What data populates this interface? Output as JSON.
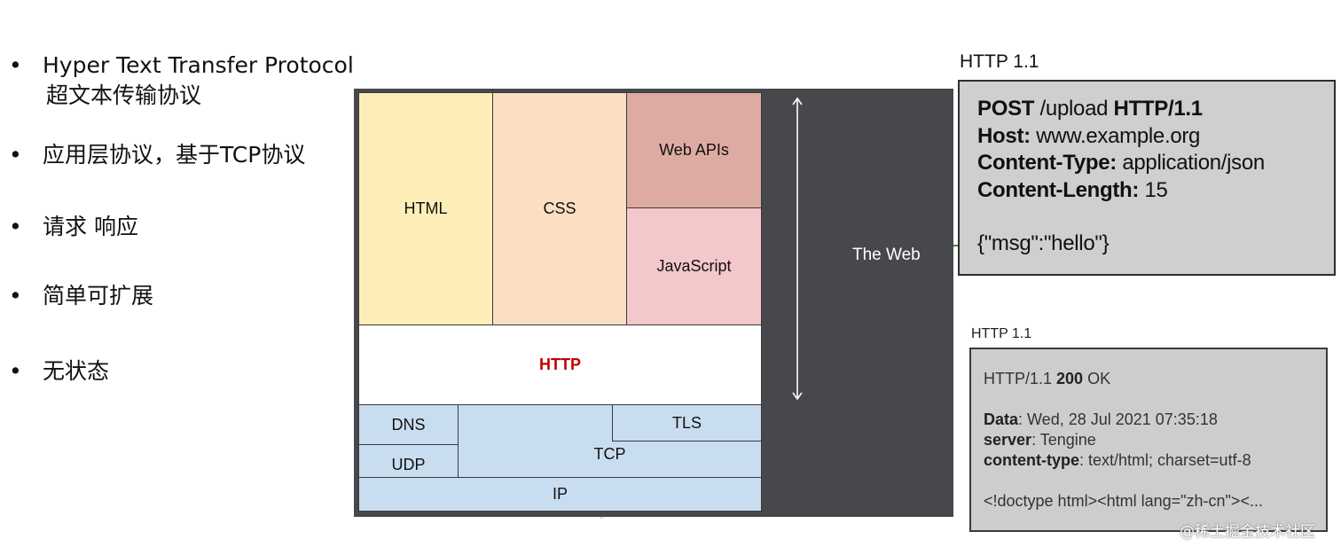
{
  "bullets": [
    {
      "text": "Hyper Text Transfer Protocol",
      "sub": "超文本传输协议"
    },
    {
      "text": "应用层协议，基于TCP协议"
    },
    {
      "text": "请求 响应"
    },
    {
      "text": "简单可扩展"
    },
    {
      "text": "无状态"
    }
  ],
  "bullet_symbol": "•",
  "stack": {
    "html": "HTML",
    "css": "CSS",
    "web_apis": "Web APIs",
    "javascript": "JavaScript",
    "http": "HTTP",
    "dns": "DNS",
    "udp": "UDP",
    "tcp": "TCP",
    "tls": "TLS",
    "ip": "IP",
    "the_web": "The Web",
    "colors": {
      "html": "#fdeeb8",
      "css": "#fbdfc2",
      "web_apis": "#deaba3",
      "javascript": "#f4c7cb",
      "http_text": "#c00000",
      "transport": "#c9ddf0",
      "panel": "#47484b"
    }
  },
  "request": {
    "label": "HTTP 1.1",
    "line1_bold": "POST",
    "line1_path": " /upload ",
    "line1_version": "HTTP/1.1",
    "host_key": "Host:",
    "host_val": " www.example.org",
    "ct_key": "Content-Type:",
    "ct_val": " application/json",
    "cl_key": "Content-Length:",
    "cl_val": " 15",
    "body": "{\"msg\":\"hello\"}"
  },
  "response": {
    "label": "HTTP 1.1",
    "status_pre": "HTTP/1.1 ",
    "status_code": "200",
    "status_post": " OK",
    "data_key": "Data",
    "data_val": ": Wed, 28 Jul 2021 07:35:18",
    "server_key": "server",
    "server_val": ": Tengine",
    "ctype_key": "content-type",
    "ctype_val": ": text/html; charset=utf-8",
    "body": "<!doctype html><html lang=\"zh-cn\"><..."
  },
  "watermark": "@稀土掘金技术社区"
}
